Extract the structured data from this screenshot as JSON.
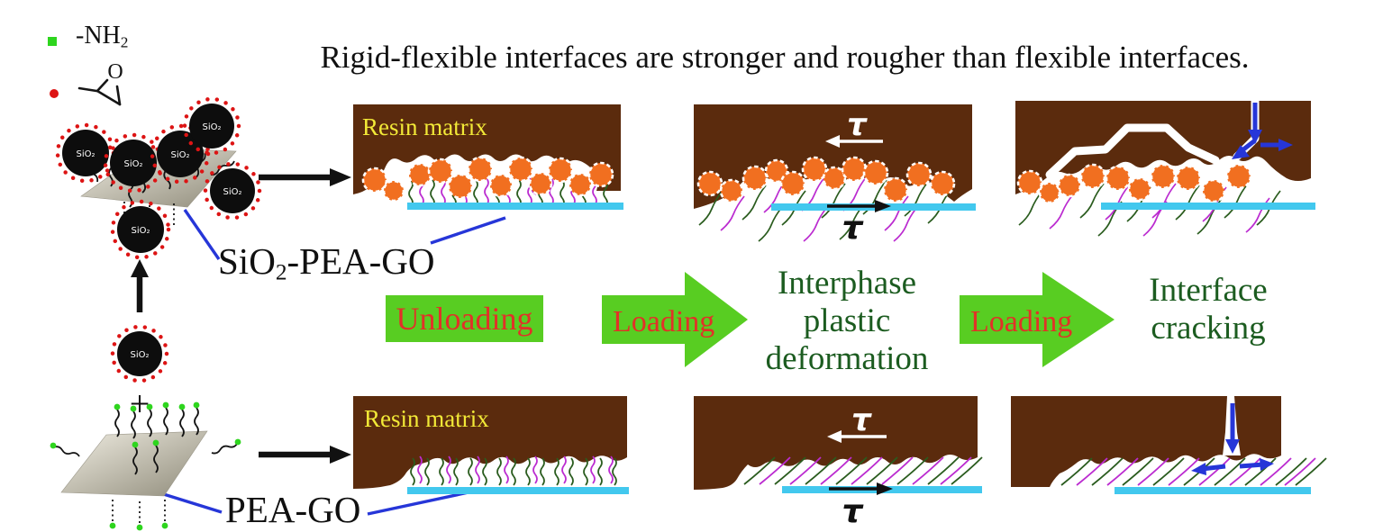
{
  "title": "Rigid-flexible interfaces are stronger and rougher than flexible interfaces.",
  "legend": {
    "amine_prefix": "-NH",
    "amine_sub": "2",
    "epoxide_o": "O"
  },
  "molecules": {
    "sio2": "SiO₂",
    "plus": "+",
    "cluster_label_prefix": "SiO",
    "cluster_label_sub": "2",
    "cluster_label_suffix": "-PEA-GO",
    "sheet_label": "PEA-GO"
  },
  "flow": {
    "unloading": "Unloading",
    "loading1": "Loading",
    "loading2": "Loading",
    "interphase_caption": [
      "Interphase",
      "plastic",
      "deformation"
    ],
    "interface_caption": [
      "Interface",
      "cracking"
    ]
  },
  "panels": {
    "top_row": {
      "resin_label": "Resin matrix",
      "tau_applied": "τ",
      "tau_reaction": "τ"
    },
    "bottom_row": {
      "resin_label": "Resin matrix",
      "tau_applied": "τ",
      "tau_reaction": "τ"
    }
  },
  "colors": {
    "resin_brown": "#5b2b0d",
    "particle_orange": "#f16f20",
    "go_cyan": "#42c8ee",
    "arrow_green": "#58cd22",
    "label_red": "#e23128",
    "caption_green": "#1c5c20",
    "resin_label_yellow": "#f2e937",
    "annotation_blue": "#2636d8",
    "chain_green": "#2a5c1e",
    "chain_magenta": "#bb2bd0",
    "nh2_green": "#2ed51e",
    "epoxy_red": "#dd1414",
    "sphere_black": "#0d0d0d"
  }
}
